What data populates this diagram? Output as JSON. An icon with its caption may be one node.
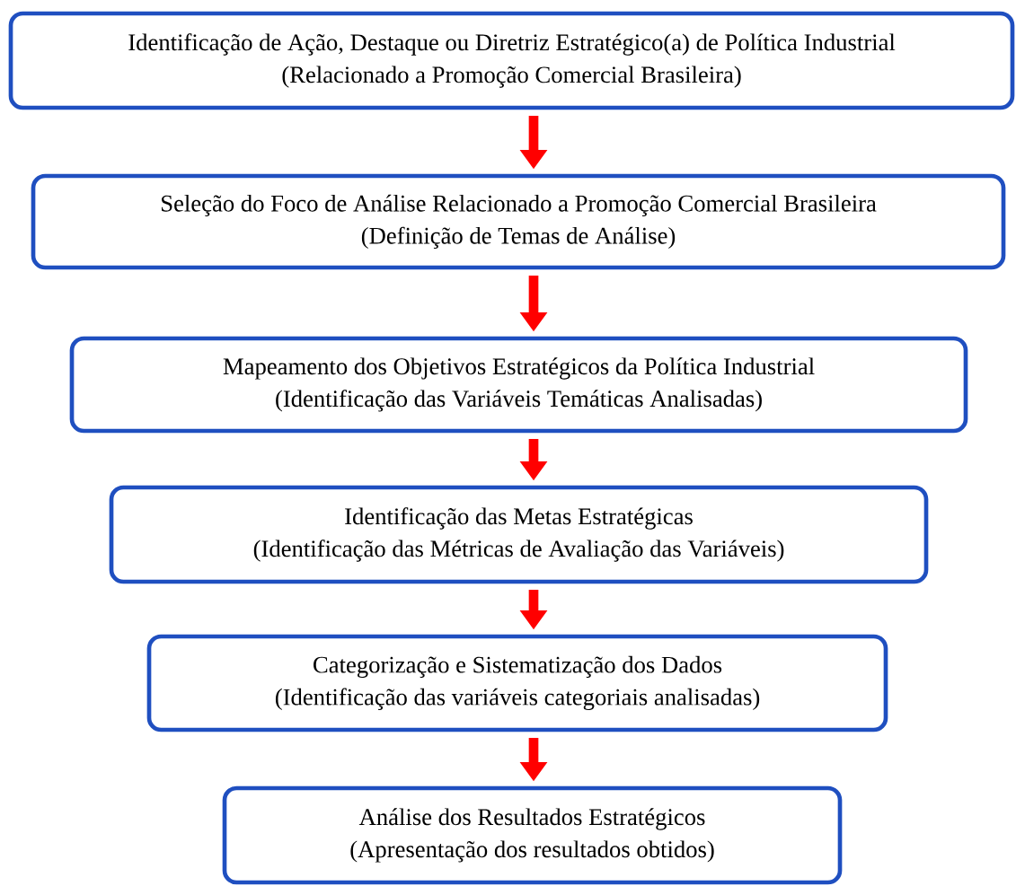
{
  "diagram": {
    "nodes": [
      {
        "text": [
          "Identificação de Ação, Destaque ou Diretriz Estratégico(a) de Política Industrial",
          "(Relacionado a Promoção Comercial Brasileira)"
        ]
      },
      {
        "text": [
          "Seleção do Foco de Análise Relacionado a Promoção Comercial Brasileira",
          "(Definição de Temas de Análise)"
        ]
      },
      {
        "text": [
          "Mapeamento dos Objetivos Estratégicos da Política Industrial",
          "(Identificação das Variáveis Temáticas Analisadas)"
        ]
      },
      {
        "text": [
          "Identificação das Metas Estratégicas",
          "(Identificação das Métricas de Avaliação das Variáveis)"
        ]
      },
      {
        "text": [
          "Categorização e Sistematização dos Dados",
          "(Identificação das variáveis categoriais analisadas)"
        ]
      },
      {
        "text": [
          "Análise dos Resultados Estratégicos",
          "(Apresentação dos resultados obtidos)"
        ]
      }
    ],
    "edges": [
      {
        "from": 0,
        "to": 1,
        "arrow": "to"
      },
      {
        "from": 1,
        "to": 2,
        "arrow": "to"
      },
      {
        "from": 2,
        "to": 3,
        "arrow": "to"
      },
      {
        "from": 3,
        "to": 4,
        "arrow": "to"
      },
      {
        "from": 4,
        "to": 5,
        "arrow": "to"
      }
    ]
  }
}
